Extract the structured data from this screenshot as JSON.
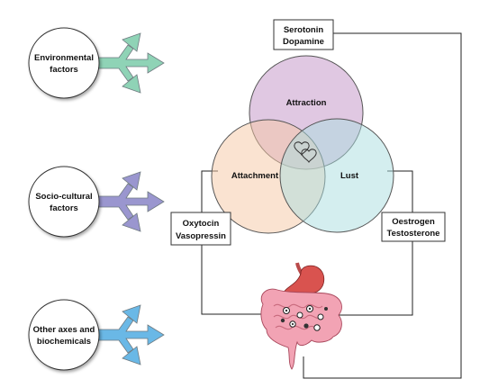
{
  "factors": [
    {
      "line1": "Environmental",
      "line2": "factors",
      "arrow_color": "#8fd3b6"
    },
    {
      "line1": "Socio-cultural",
      "line2": "factors",
      "arrow_color": "#9a96cf"
    },
    {
      "line1": "Other axes and",
      "line2": "biochemicals",
      "arrow_color": "#6ab8e6"
    }
  ],
  "circles": {
    "attraction": {
      "label": "Attraction",
      "color": "#c79bcb"
    },
    "attachment": {
      "label": "Attachment",
      "color": "#f6c7a4"
    },
    "lust": {
      "label": "Lust",
      "color": "#a9dde0"
    }
  },
  "hormones": {
    "top": {
      "line1": "Serotonin",
      "line2": "Dopamine"
    },
    "left": {
      "line1": "Oxytocin",
      "line2": "Vasopressin"
    },
    "right": {
      "line1": "Oestrogen",
      "line2": "Testosterone"
    }
  },
  "icons": {
    "center": "hearts-icon",
    "gut": "gut-microbiome-icon"
  },
  "colors": {
    "gut_body": "#f2a3b4",
    "stomach": "#d9534f",
    "outline": "#222222"
  }
}
